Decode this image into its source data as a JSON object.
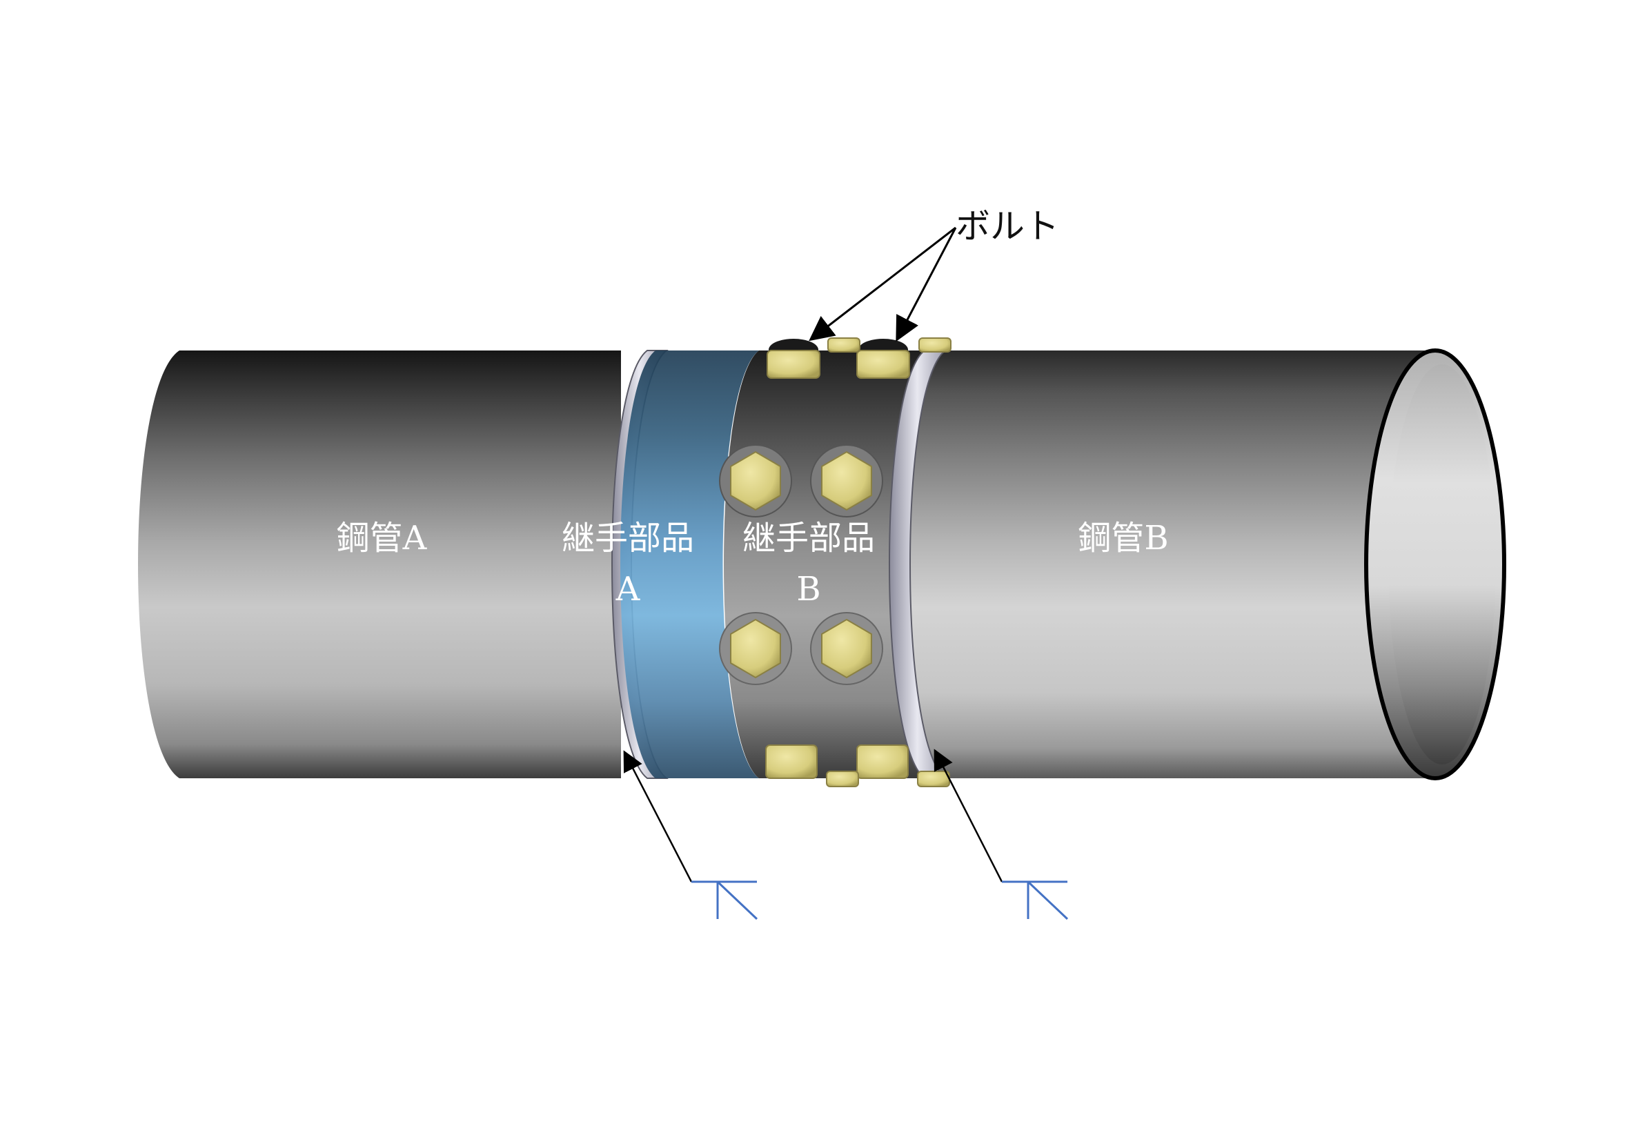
{
  "labels": {
    "pipe_a": "鋼管A",
    "pipe_b": "鋼管B",
    "joint_a_line1": "継手部品",
    "joint_a_line2": "A",
    "joint_b_line1": "継手部品",
    "joint_b_line2": "B",
    "bolt": "ボルト"
  },
  "colors": {
    "joint_a": "#5fa0cc",
    "bolt": "#d9cf7f",
    "weld_symbol": "#4472c4",
    "leader": "#000000"
  }
}
